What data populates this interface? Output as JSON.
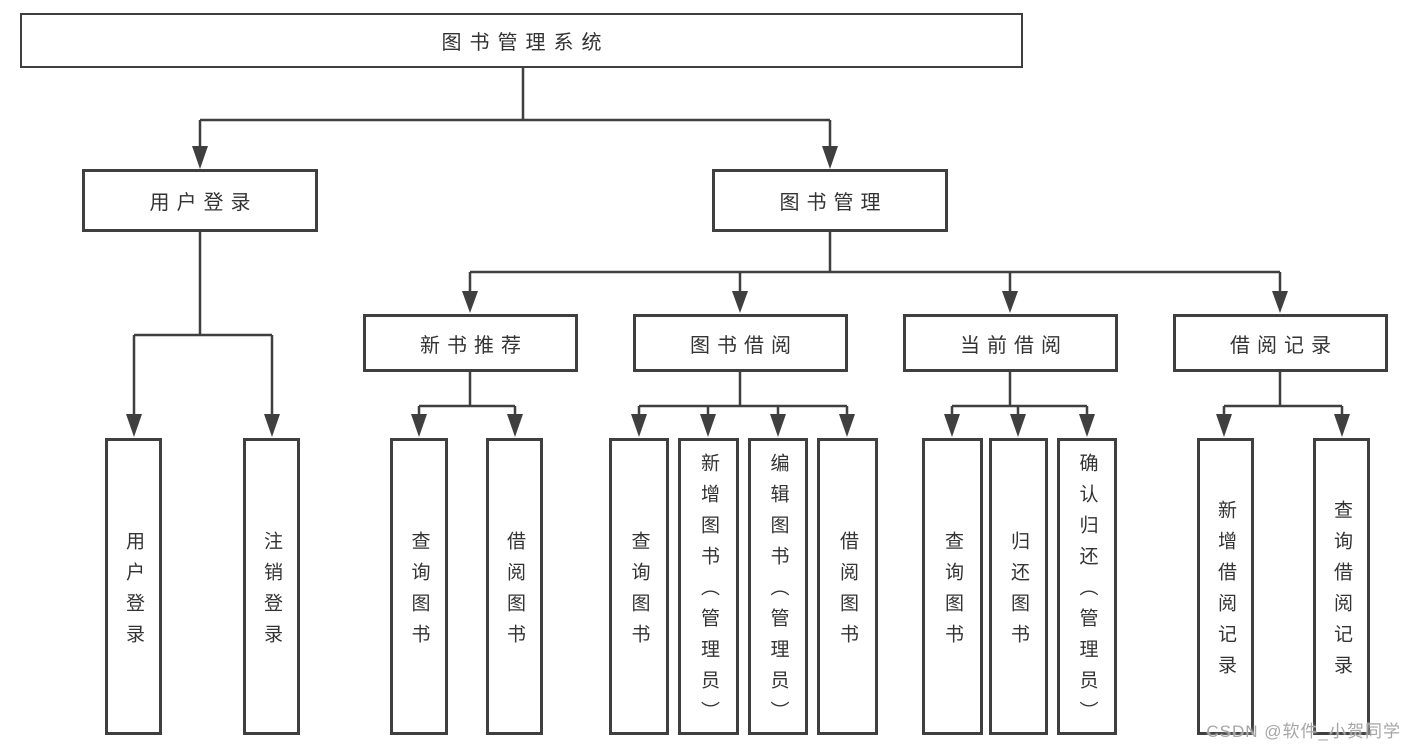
{
  "diagram": {
    "root": {
      "label": "图书管理系统"
    },
    "branches": [
      {
        "label": "用户登录",
        "leaves": [
          "用户登录",
          "注销登录"
        ]
      },
      {
        "label": "图书管理",
        "children": [
          {
            "label": "新书推荐",
            "leaves": [
              "查询图书",
              "借阅图书"
            ]
          },
          {
            "label": "图书借阅",
            "leaves": [
              "查询图书",
              "新增图书（管理员）",
              "编辑图书（管理员）",
              "借阅图书"
            ]
          },
          {
            "label": "当前借阅",
            "leaves": [
              "查询图书",
              "归还图书",
              "确认归还（管理员）"
            ]
          },
          {
            "label": "借阅记录",
            "leaves": [
              "新增借阅记录",
              "查询借阅记录"
            ]
          }
        ]
      }
    ]
  },
  "watermark": {
    "text": "CSDN @软件_小贺同学"
  },
  "colors": {
    "line": "#3f3f3f",
    "box_border": "#3f3f3f",
    "text": "#333333",
    "background": "#ffffff",
    "watermark": "#a6a6a6"
  }
}
